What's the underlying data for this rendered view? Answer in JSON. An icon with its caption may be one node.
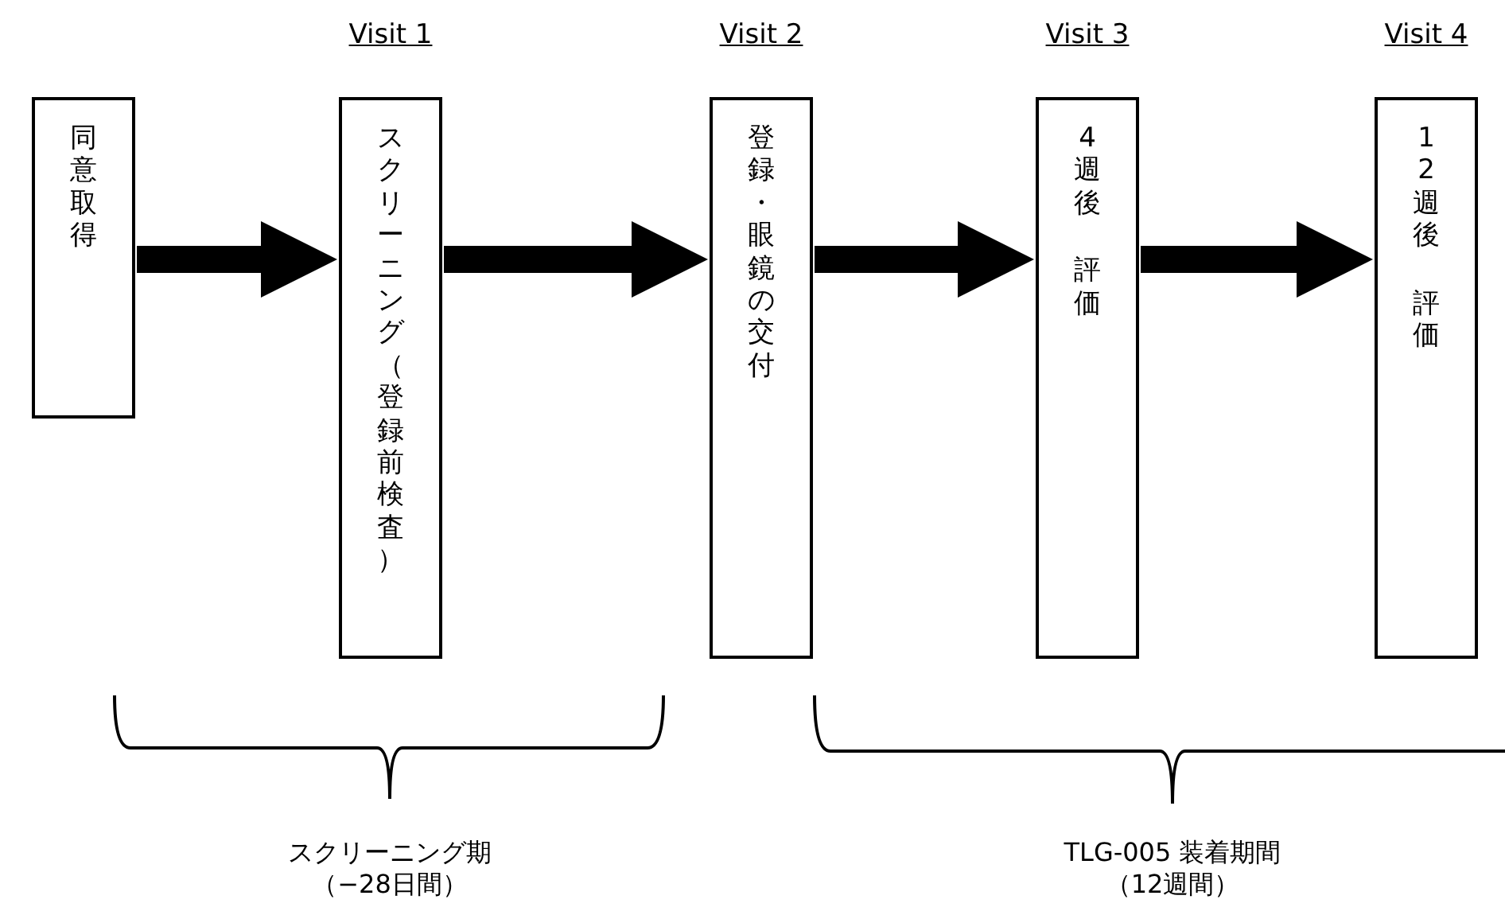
{
  "diagram": {
    "nodes": [
      {
        "text": [
          "同意取得"
        ]
      },
      {
        "text": [
          "スクリーニング（登録前検査）"
        ],
        "beside": [
          "Visit 1"
        ]
      },
      {
        "text": [
          "登録・眼鏡の交付"
        ],
        "beside": [
          "Visit 2"
        ]
      },
      {
        "text": [
          "4週後",
          "評価"
        ],
        "beside": [
          "Visit 3"
        ]
      },
      {
        "text": [
          "12週後",
          "評価"
        ],
        "beside": [
          "Visit 4"
        ]
      }
    ],
    "edges": [
      {
        "from": 0,
        "to": 1,
        "arrow": "to"
      },
      {
        "from": 1,
        "to": 2,
        "arrow": "to"
      },
      {
        "from": 2,
        "to": 3,
        "arrow": "to"
      },
      {
        "from": 3,
        "to": 4,
        "arrow": "to"
      }
    ],
    "labels": [
      "スクリーニング期（−28日間）",
      "TLG-005 装着期間（12週間）"
    ]
  }
}
